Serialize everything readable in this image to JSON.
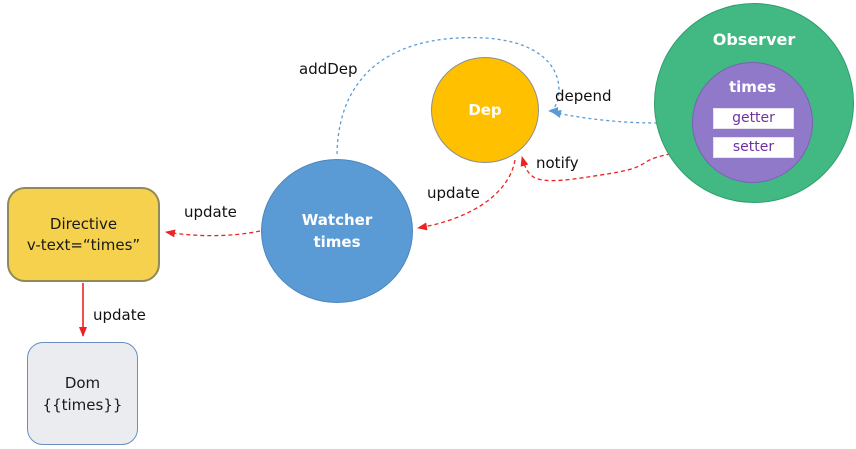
{
  "nodes": {
    "observer": {
      "label": "Observer",
      "fill": "#42b883"
    },
    "times_prop": {
      "label": "times",
      "fill": "#9179c9"
    },
    "getter": {
      "label": "getter",
      "text_color": "#7030a0"
    },
    "setter": {
      "label": "setter",
      "text_color": "#7030a0"
    },
    "dep": {
      "label": "Dep",
      "fill": "#ffc000"
    },
    "watcher": {
      "line1": "Watcher",
      "line2": "times",
      "fill": "#5b9bd5"
    },
    "directive": {
      "line1": "Directive",
      "line2": "v-text=“times”",
      "fill": "#f5d14d"
    },
    "dom": {
      "line1": "Dom",
      "line2": "{{times}}",
      "fill": "#eaecef"
    }
  },
  "edges": {
    "adddep": {
      "label": "addDep",
      "color": "#5b9bd5",
      "style": "dashed",
      "from": "watcher",
      "to": "dep"
    },
    "depend": {
      "label": "depend",
      "color": "#5b9bd5",
      "style": "dashed",
      "from": "getter",
      "to": "dep"
    },
    "notify": {
      "label": "notify",
      "color": "#ee2222",
      "style": "dashed",
      "from": "setter",
      "to": "dep"
    },
    "update_dep_to_watcher": {
      "label": "update",
      "color": "#ee2222",
      "style": "dashed",
      "from": "dep",
      "to": "watcher"
    },
    "update_watcher_to_directive": {
      "label": "update",
      "color": "#ee2222",
      "style": "dashed",
      "from": "watcher",
      "to": "directive"
    },
    "update_directive_to_dom": {
      "label": "update",
      "color": "#ee2222",
      "style": "solid",
      "from": "directive",
      "to": "dom"
    }
  },
  "colors": {
    "edge_blue": "#5b9bd5",
    "edge_red": "#ee2222",
    "canvas": "#ffffff"
  }
}
